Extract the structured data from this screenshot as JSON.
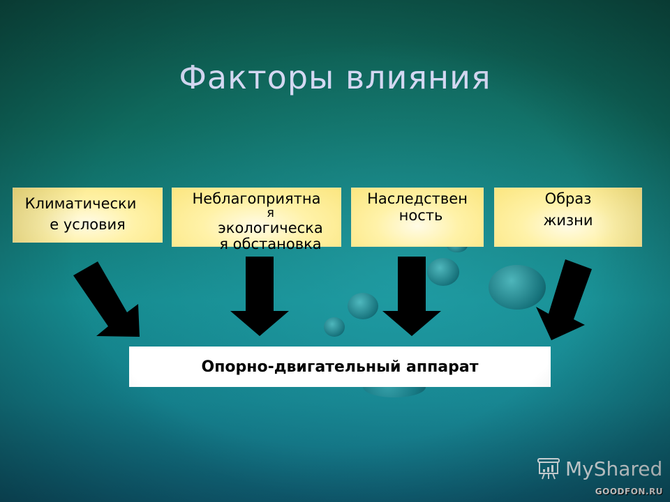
{
  "slide": {
    "title": "Факторы влияния",
    "factors": [
      {
        "lines": [
          "Климатически",
          "е условия"
        ]
      },
      {
        "lines": [
          "Неблагоприятна",
          "я",
          "экологическа",
          "я обстановка"
        ]
      },
      {
        "lines": [
          "Наследствен",
          "ность"
        ]
      },
      {
        "lines": [
          "Образ",
          "жизни"
        ]
      }
    ],
    "target": "Опорно-двигательный аппарат"
  },
  "watermarks": {
    "myshared": "MyShared",
    "goodfon": "GOODFON.RU"
  },
  "colors": {
    "background": "#137a78",
    "factor_box": "#fff2a8",
    "title_text": "#d4d8f2",
    "arrow": "#000000",
    "target_box": "#ffffff"
  }
}
